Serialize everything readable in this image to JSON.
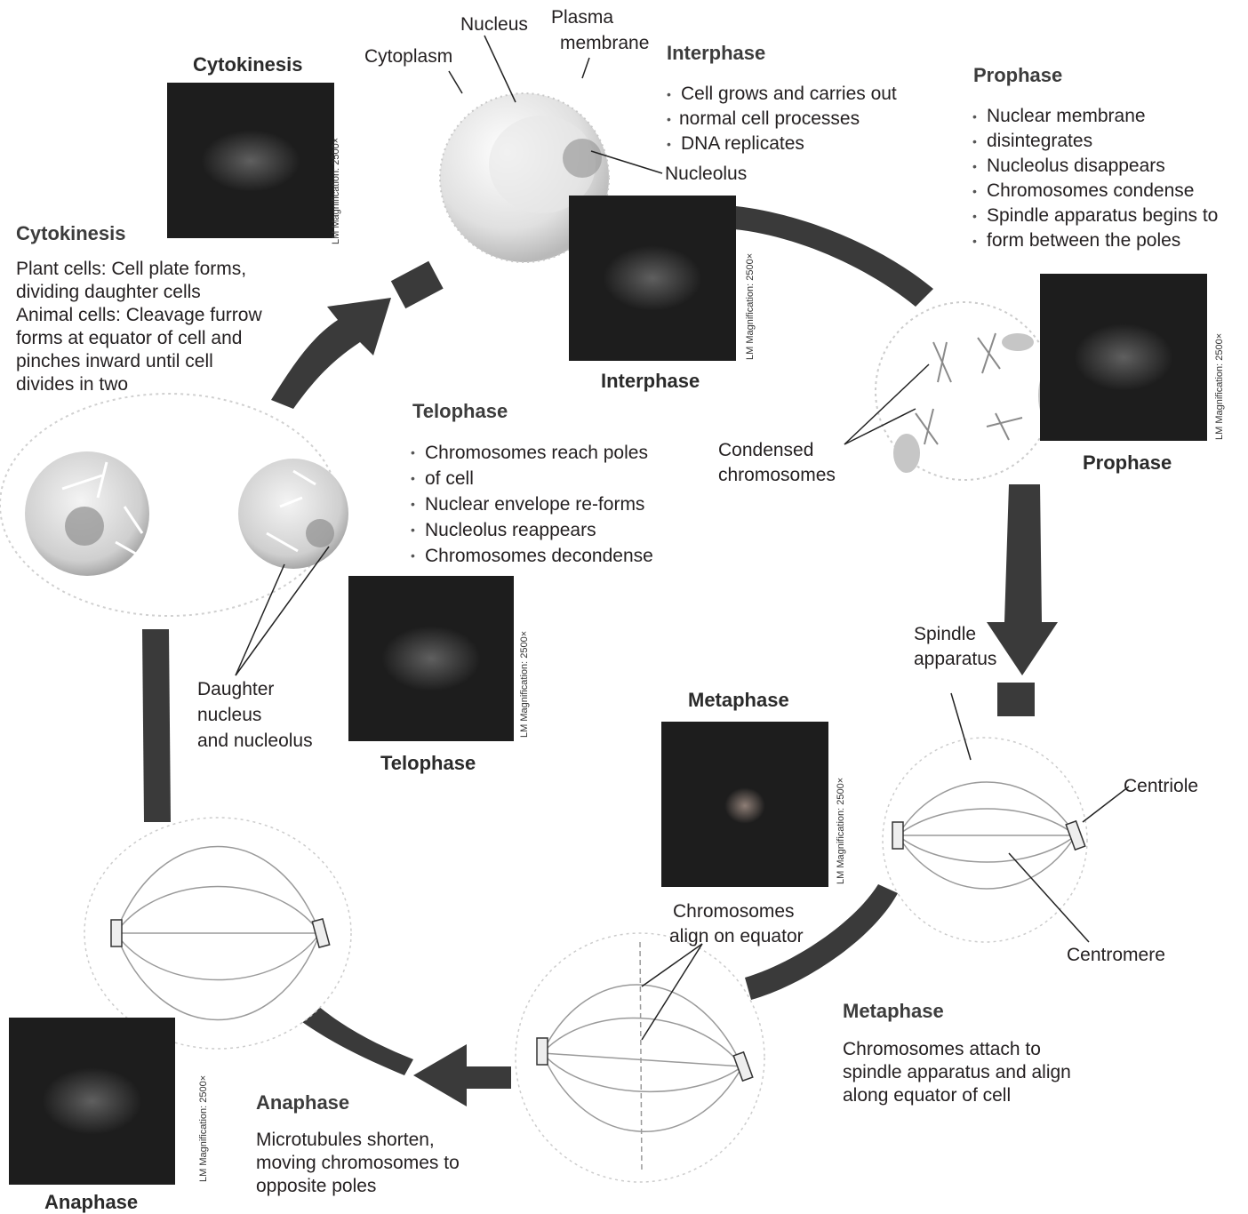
{
  "labels": {
    "nucleus": "Nucleus",
    "plasma_membrane_1": "Plasma",
    "plasma_membrane_2": "membrane",
    "cytoplasm": "Cytoplasm",
    "nucleolus": "Nucleolus",
    "condensed_1": "Condensed",
    "condensed_2": "chromosomes",
    "spindle_1": "Spindle",
    "spindle_2": "apparatus",
    "centriole": "Centriole",
    "centromere": "Centromere",
    "align_1": "Chromosomes",
    "align_2": "align on equator",
    "daughter_1": "Daughter",
    "daughter_2": "nucleus",
    "daughter_3": "and nucleolus"
  },
  "phases": {
    "interphase": {
      "title": "Interphase",
      "bullets": [
        "Cell grows and carries out",
        "normal cell processes",
        "DNA replicates"
      ],
      "caption": "Interphase",
      "mag": "LM Magnification: 2500×"
    },
    "prophase": {
      "title": "Prophase",
      "bullets": [
        "Nuclear membrane",
        "disintegrates",
        "Nucleolus disappears",
        "Chromosomes condense",
        "Spindle apparatus begins to",
        "form between the poles"
      ],
      "caption": "Prophase",
      "mag": "LM Magnification: 2500×"
    },
    "metaphase": {
      "title": "Metaphase",
      "desc": [
        "Chromosomes attach to",
        "spindle apparatus and align",
        "along equator of cell"
      ],
      "caption": "Metaphase",
      "mag": "LM Magnification: 2500×"
    },
    "anaphase": {
      "title": "Anaphase",
      "desc": [
        "Microtubules shorten,",
        "moving chromosomes to",
        "opposite poles"
      ],
      "caption": "Anaphase",
      "mag": "LM Magnification: 2500×"
    },
    "telophase": {
      "title": "Telophase",
      "bullets": [
        "Chromosomes reach poles",
        "of cell",
        "Nuclear envelope re-forms",
        "Nucleolus reappears",
        "Chromosomes decondense"
      ],
      "caption": "Telophase",
      "mag": "LM Magnification: 2500×"
    },
    "cytokinesis": {
      "title": "Cytokinesis",
      "desc": [
        "Plant cells: Cell plate forms,",
        "dividing daughter cells",
        "Animal cells: Cleavage furrow",
        "forms at equator of cell and",
        "pinches inward until cell",
        "divides in two"
      ],
      "caption": "Cytokinesis",
      "mag": "LM Magnification: 2500×"
    }
  },
  "colors": {
    "arrow": "#3a3a3a",
    "text": "#231f20",
    "micro_bg": "#1d1d1d"
  }
}
